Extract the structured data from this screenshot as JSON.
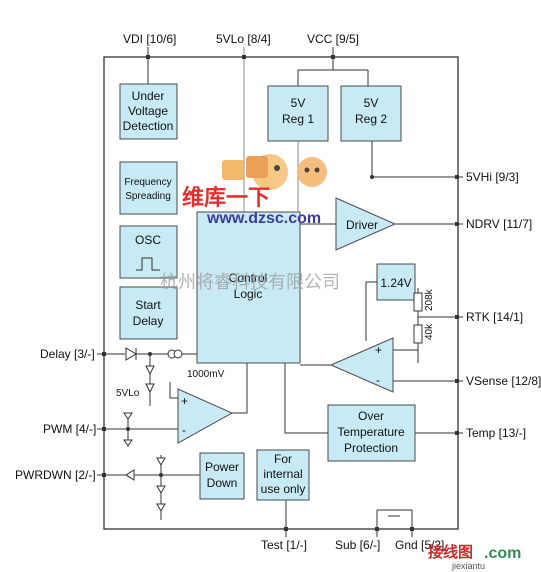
{
  "pins": {
    "vdi": "VDI [10/6]",
    "vlo": "5VLo [8/4]",
    "vcc": "VCC [9/5]",
    "vhi": "5VHi [9/3]",
    "ndrv": "NDRV [11/7]",
    "rtk": "RTK [14/1]",
    "vsense": "VSense [12/8]",
    "temp": "Temp [13/-]",
    "delay": "Delay [3/-]",
    "pwm": "PWM [4/-]",
    "pwrdwn": "PWRDWN [2/-]",
    "test": "Test [1/-]",
    "sub": "Sub [6/-]",
    "gnd": "Gnd [5/2]"
  },
  "blocks": {
    "uvd": [
      "Under",
      "Voltage",
      "Detection"
    ],
    "freq": [
      "Frequency",
      "Spreading"
    ],
    "osc": "OSC",
    "start": [
      "Start",
      "Delay"
    ],
    "control": [
      "Control",
      "Logic"
    ],
    "reg1": [
      "5V",
      "Reg 1"
    ],
    "reg2": [
      "5V",
      "Reg 2"
    ],
    "driver": "Driver",
    "vref": "1.24V",
    "otp": [
      "Over",
      "Temperature",
      "Protection"
    ],
    "pd": [
      "Power",
      "Down"
    ],
    "internal": [
      "For",
      "internal",
      "use only"
    ]
  },
  "components": {
    "r1": "208k",
    "r2": "40k",
    "vref_small": "1000mV",
    "vlo_small": "5VLo",
    "plus": "+",
    "minus": "-"
  },
  "watermarks": {
    "top_cn": "维库一下",
    "url": "www.dzsc.com",
    "company": "杭州将睿科技有限公司",
    "bottom_cn": "接线图",
    "bottom_com": ".com",
    "bottom_url": "jiexiantu"
  }
}
